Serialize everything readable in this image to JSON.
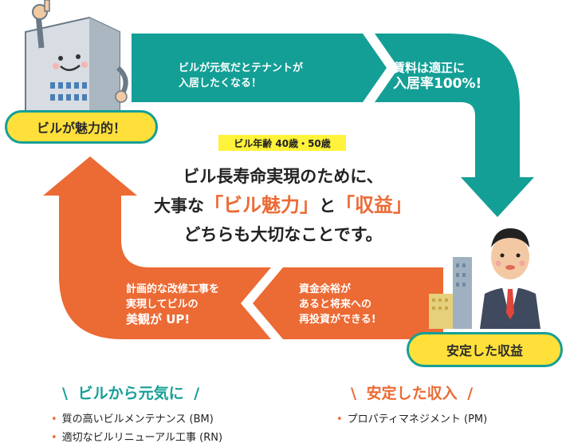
{
  "badges": {
    "building_label": "ビルが魅力的！",
    "income_label": "安定した収益"
  },
  "arrows": {
    "top_left": [
      "ビルが元気だとテナントが",
      "入居したくなる！"
    ],
    "top_right": [
      "賃料は適正に",
      "入居率100%!"
    ],
    "bottom_right": [
      "資金余裕が",
      "あると将来への",
      "再投資ができる!"
    ],
    "bottom_left": [
      "計画的な改修工事を",
      "実現してビルの",
      "美観が UP!"
    ]
  },
  "center": {
    "age_badge": "ビル年齢 40歳・50歳",
    "line1": "ビル長寿命実現のために、",
    "line2_pre": "大事な",
    "line2_hl1": "「ビル魅力」",
    "line2_mid": "と",
    "line2_hl2": "「収益」",
    "line3": "どちらも大切なことです。"
  },
  "sections": {
    "left": {
      "slash_open": "\\",
      "title": "ビルから元気に",
      "slash_close": "/",
      "items": [
        "質の高いビルメンテナンス (BM)",
        "適切なビルリニューアル工事 (RN)"
      ]
    },
    "right": {
      "slash_open": "\\",
      "title": "安定した収入",
      "slash_close": "/",
      "items": [
        "プロパティマネジメント (PM)"
      ]
    }
  },
  "colors": {
    "teal": "#149f96",
    "orange": "#ec6a34",
    "yellow": "#ffe03a"
  }
}
